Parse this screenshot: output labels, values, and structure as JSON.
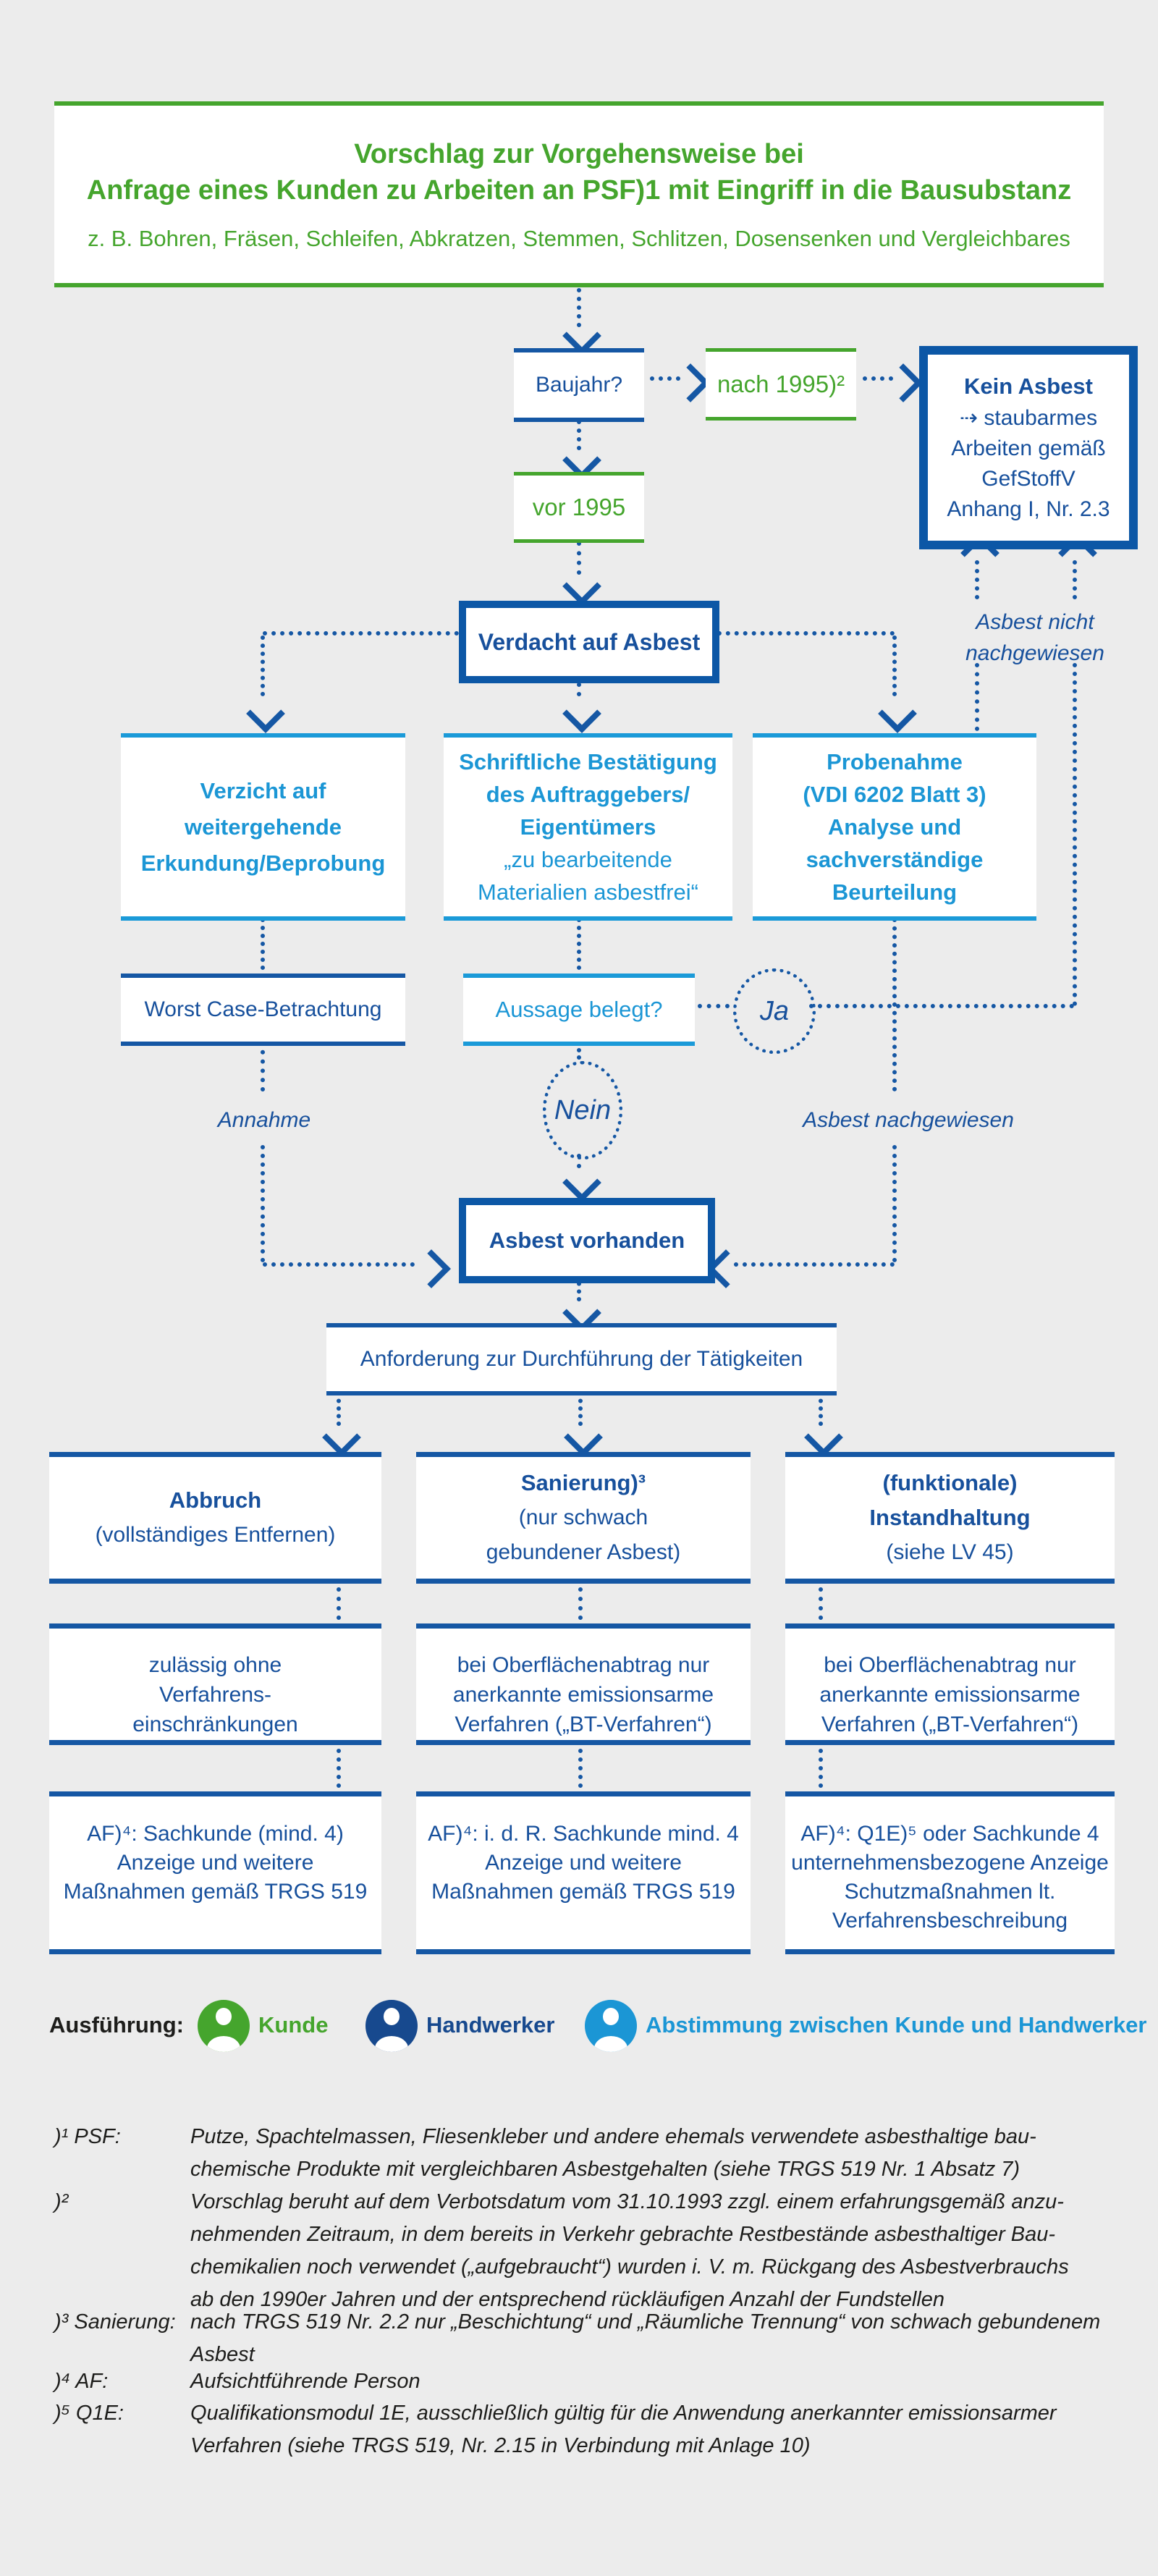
{
  "colors": {
    "green": "#45a52d",
    "navy": "#17509c",
    "navy_icon": "#17498e",
    "line": "#1557a4",
    "heavy": "#0c57a6",
    "cyan": "#1b96d5",
    "cyan_rule": "#1b9ad8",
    "black": "#1d1d1b"
  },
  "header": {
    "line1": "Vorschlag zur Vorgehensweise bei",
    "line2": "Anfrage eines Kunden zu Arbeiten an PSF)1 mit Eingriff in die Bausubstanz",
    "line3": "z. B. Bohren, Fräsen, Schleifen, Abkratzen, Stemmen, Schlitzen, Dosensenken und Vergleichbares"
  },
  "nodes": {
    "baujahr": {
      "label": "Baujahr?"
    },
    "nach_1995": {
      "label": "nach 1995)²"
    },
    "kein_asbest": {
      "title": "Kein Asbest",
      "lines": [
        "⇢ staubarmes",
        "Arbeiten gemäß",
        "GefStoffV",
        "Anhang I, Nr. 2.3"
      ]
    },
    "vor_1995": {
      "label": "vor 1995"
    },
    "verdacht": {
      "label": "Verdacht auf Asbest"
    },
    "verzicht": {
      "lines": [
        "Verzicht auf",
        "weitergehende",
        "Erkundung/Beprobung"
      ]
    },
    "bestaetigung": {
      "bold_lines": [
        "Schriftliche Bestätigung",
        "des Auftraggebers/",
        "Eigentümers"
      ],
      "normal_lines": [
        "„zu bearbeitende",
        "Materialien asbestfrei“"
      ]
    },
    "probenahme": {
      "lines": [
        "Probenahme",
        "(VDI 6202 Blatt 3)",
        "Analyse und",
        "sachverständige",
        "Beurteilung"
      ]
    },
    "worst_case": {
      "label": "Worst Case-Betrachtung"
    },
    "aussage": {
      "label": "Aussage belegt?"
    },
    "asbest_vorhanden": {
      "label": "Asbest vorhanden"
    },
    "anforderung": {
      "label": "Anforderung zur Durchführung der Tätigkeiten"
    },
    "abbruch": {
      "title": "Abbruch",
      "lines": [
        "(vollständiges Entfernen)"
      ]
    },
    "sanierung": {
      "title": "Sanierung)³",
      "lines": [
        "(nur schwach",
        "gebundener Asbest)"
      ]
    },
    "instandhaltung": {
      "title_lines": [
        "(funktionale)",
        "Instandhaltung"
      ],
      "lines": [
        "(siehe LV 45)"
      ]
    },
    "zulaessig": {
      "lines": [
        "zulässig ohne",
        "Verfahrens-",
        "einschränkungen"
      ]
    },
    "oberflaeche_sanierung": {
      "lines": [
        "bei Oberflächenabtrag nur",
        "anerkannte emissionsarme",
        "Verfahren („BT-Verfahren“)"
      ]
    },
    "oberflaeche_instandhaltung": {
      "lines": [
        "bei Oberflächenabtrag nur",
        "anerkannte emissionsarme",
        "Verfahren („BT-Verfahren“)"
      ]
    },
    "af_abbruch": {
      "lines": [
        "AF)⁴: Sachkunde (mind. 4)",
        "Anzeige und weitere",
        "Maßnahmen gemäß TRGS 519"
      ]
    },
    "af_sanierung": {
      "lines": [
        "AF)⁴: i. d. R. Sachkunde mind. 4",
        "Anzeige und weitere",
        "Maßnahmen gemäß TRGS 519"
      ]
    },
    "af_instandhaltung": {
      "lines": [
        "AF)⁴: Q1E)⁵ oder Sachkunde 4",
        "unternehmensbezogene Anzeige",
        "Schutzmaßnahmen lt.",
        "Verfahrensbeschreibung"
      ]
    }
  },
  "labels": {
    "ja": "Ja",
    "nein": "Nein",
    "annahme": "Annahme",
    "asbest_nachgewiesen": "Asbest nachgewiesen",
    "asbest_nicht_nachgewiesen": [
      "Asbest nicht",
      "nachgewiesen"
    ]
  },
  "legend": {
    "title": "Ausführung:",
    "kunde": "Kunde",
    "handwerker": "Handwerker",
    "abstimmung": "Abstimmung zwischen Kunde und Handwerker"
  },
  "footnotes": {
    "items": [
      {
        "label": ")¹ PSF:",
        "lines": [
          "Putze, Spachtelmassen, Fliesenkleber und andere ehemals verwendete asbesthaltige bau-",
          "chemische Produkte mit vergleichbaren Asbestgehalten (siehe TRGS 519 Nr. 1 Absatz 7)"
        ]
      },
      {
        "label": ")²",
        "lines": [
          "Vorschlag beruht auf dem Verbotsdatum vom 31.10.1993 zzgl. einem erfahrungsgemäß anzu-",
          "nehmenden Zeitraum, in dem bereits in Verkehr gebrachte Restbestände asbesthaltiger Bau-",
          "chemikalien noch verwendet („aufgebraucht“) wurden i. V. m. Rückgang des Asbestverbrauchs",
          "ab den 1990er Jahren und der entsprechend rückläufigen Anzahl der Fundstellen"
        ]
      },
      {
        "label": ")³ Sanierung:",
        "lines": [
          "nach TRGS 519 Nr. 2.2 nur „Beschichtung“ und „Räumliche Trennung“ von schwach gebundenem",
          "Asbest"
        ]
      },
      {
        "label": ")⁴ AF:",
        "lines": [
          "Aufsichtführende Person"
        ]
      },
      {
        "label": ")⁵ Q1E:",
        "lines": [
          "Qualifikationsmodul 1E, ausschließlich gültig für die Anwendung anerkannter emissionsarmer",
          "Verfahren (siehe TRGS 519, Nr. 2.15 in Verbindung mit Anlage 10)"
        ]
      }
    ]
  }
}
